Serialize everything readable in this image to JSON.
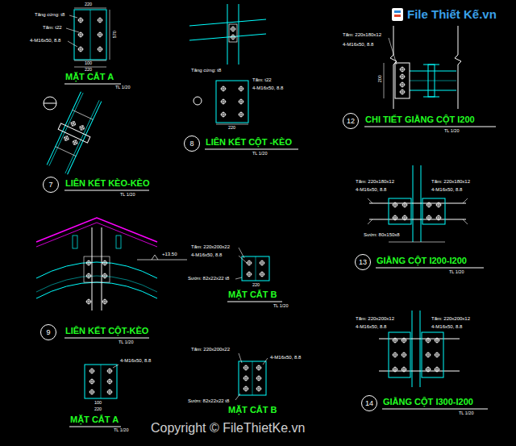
{
  "diagram": {
    "nodes": [
      {
        "text": [
          "7"
        ]
      },
      {
        "text": [
          "8"
        ]
      },
      {
        "text": [
          "9"
        ]
      },
      {
        "text": [
          "12"
        ]
      },
      {
        "text": [
          "13"
        ]
      },
      {
        "text": [
          "14"
        ]
      }
    ],
    "labels": [
      "220",
      "Tăng cứng: t8",
      "Tấm: t22",
      "4-M16x50, 8.8",
      "100",
      "220",
      "570",
      "MẶT CẮT A",
      "TL 1/20",
      "LIÊN KẾT KÈO-KÈO",
      "TL 1/20",
      "Tăng cứng: t8",
      "Tấm: t22",
      "4-M16x50, 8.8",
      "220",
      "LIÊN KẾT CỘT -KÈO",
      "TL 1/20",
      "Tấm: 220x180x12",
      "4-M16x50, 8.8",
      "200",
      "CHI TIẾT GIẰNG CỘT I200",
      "TL 1/20",
      "+13.50",
      "LIÊN KẾT CỘT-KÈO",
      "TL 1/20",
      "Tấm: 220x200x22",
      "4-M16x50, 8.8",
      "Sườn: 82x22x22 t8",
      "220",
      "MẶT CẮT B",
      "TL 1/20",
      "Tấm: 220x180x12",
      "4-M16x50, 8.8",
      "Tấm: 220x180x12",
      "4-M16x50, 8.8",
      "Sườn: 80x150x8",
      "GIẰNG CỘT I200-I200",
      "TL 1/20",
      "Tấm: 220x200x12",
      "4-M16x50, 8.8",
      "Tấm: 220x200x12",
      "4-M16x50, 8.8",
      "GIẰNG CỘT I300-I200",
      "TL 1/20",
      "4-M16x50, 8.8",
      "100",
      "220",
      "MẶT CẮT A",
      "TL 1/20",
      "Tấm: 220x200x22",
      "4-M16x50, 8.8",
      "Sườn: 82x22x22 t8",
      "MẶT CẮT B",
      "File Thiết Kế.vn",
      "Copyright © FileThietKe.vn"
    ]
  }
}
